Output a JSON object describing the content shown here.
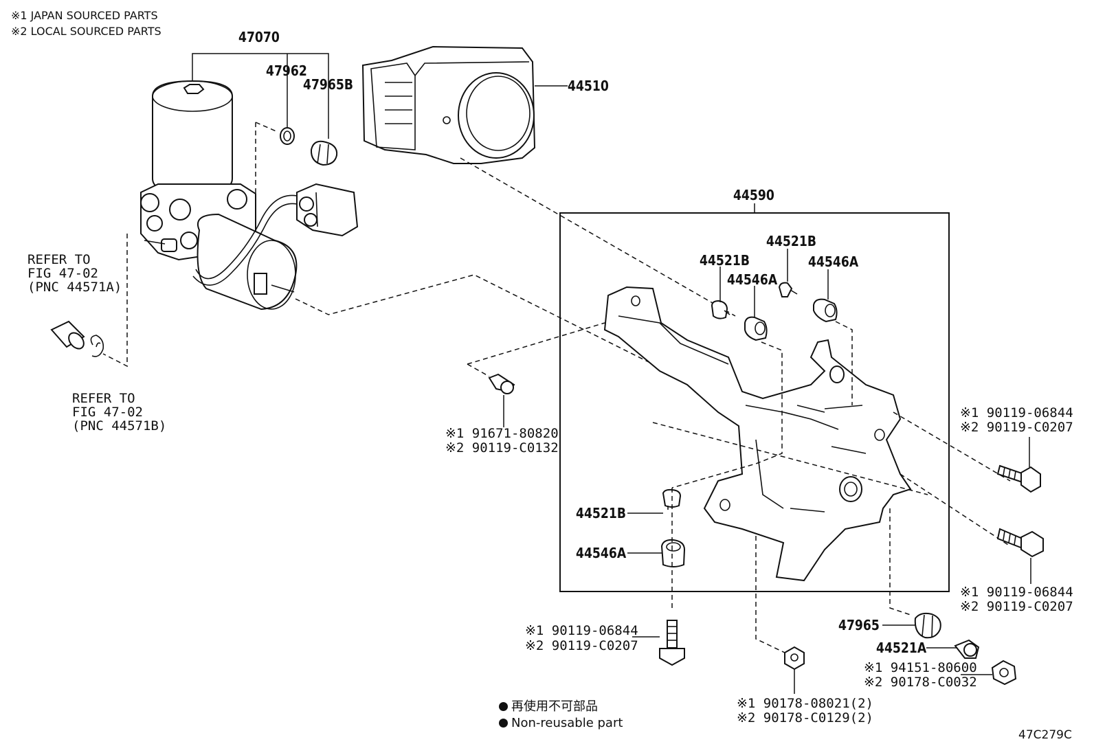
{
  "legend": {
    "japan": "※1 JAPAN SOURCED PARTS",
    "local": "※2 LOCAL SOURCED PARTS"
  },
  "labels": {
    "p47070": "47070",
    "p47962": "47962",
    "p47965B": "47965B",
    "p44510": "44510",
    "p44590": "44590",
    "p44521B_a": "44521B",
    "p44521B_b": "44521B",
    "p44546A_a": "44546A",
    "p44546A_b": "44546A",
    "p44521B_c": "44521B",
    "p44546A_c": "44546A",
    "p47965": "47965",
    "p44521A": "44521A"
  },
  "refs": {
    "ref1": [
      "REFER TO",
      "FIG 47-02",
      "(PNC 44571A)"
    ],
    "ref2": [
      "REFER TO",
      "FIG 47-02",
      "(PNC 44571B)"
    ]
  },
  "fasteners": {
    "bolt_center": [
      "※1 91671-80820",
      "※2 90119-C0132"
    ],
    "bolt_right_top": [
      "※1 90119-06844",
      "※2 90119-C0207"
    ],
    "bolt_right_mid": [
      "※1 90119-06844",
      "※2 90119-C0207"
    ],
    "bolt_bottom": [
      "※1 90119-06844",
      "※2 90119-C0207"
    ],
    "nut_bottom": [
      "※1 90178-08021(2)",
      "※2 90178-C0129(2)"
    ],
    "nut_right": [
      "※1 94151-80600",
      "※2 90178-C0032"
    ]
  },
  "notes": {
    "jp": "再使用不可部品",
    "en": "Non-reusable part"
  },
  "figure_code": "47C279C"
}
